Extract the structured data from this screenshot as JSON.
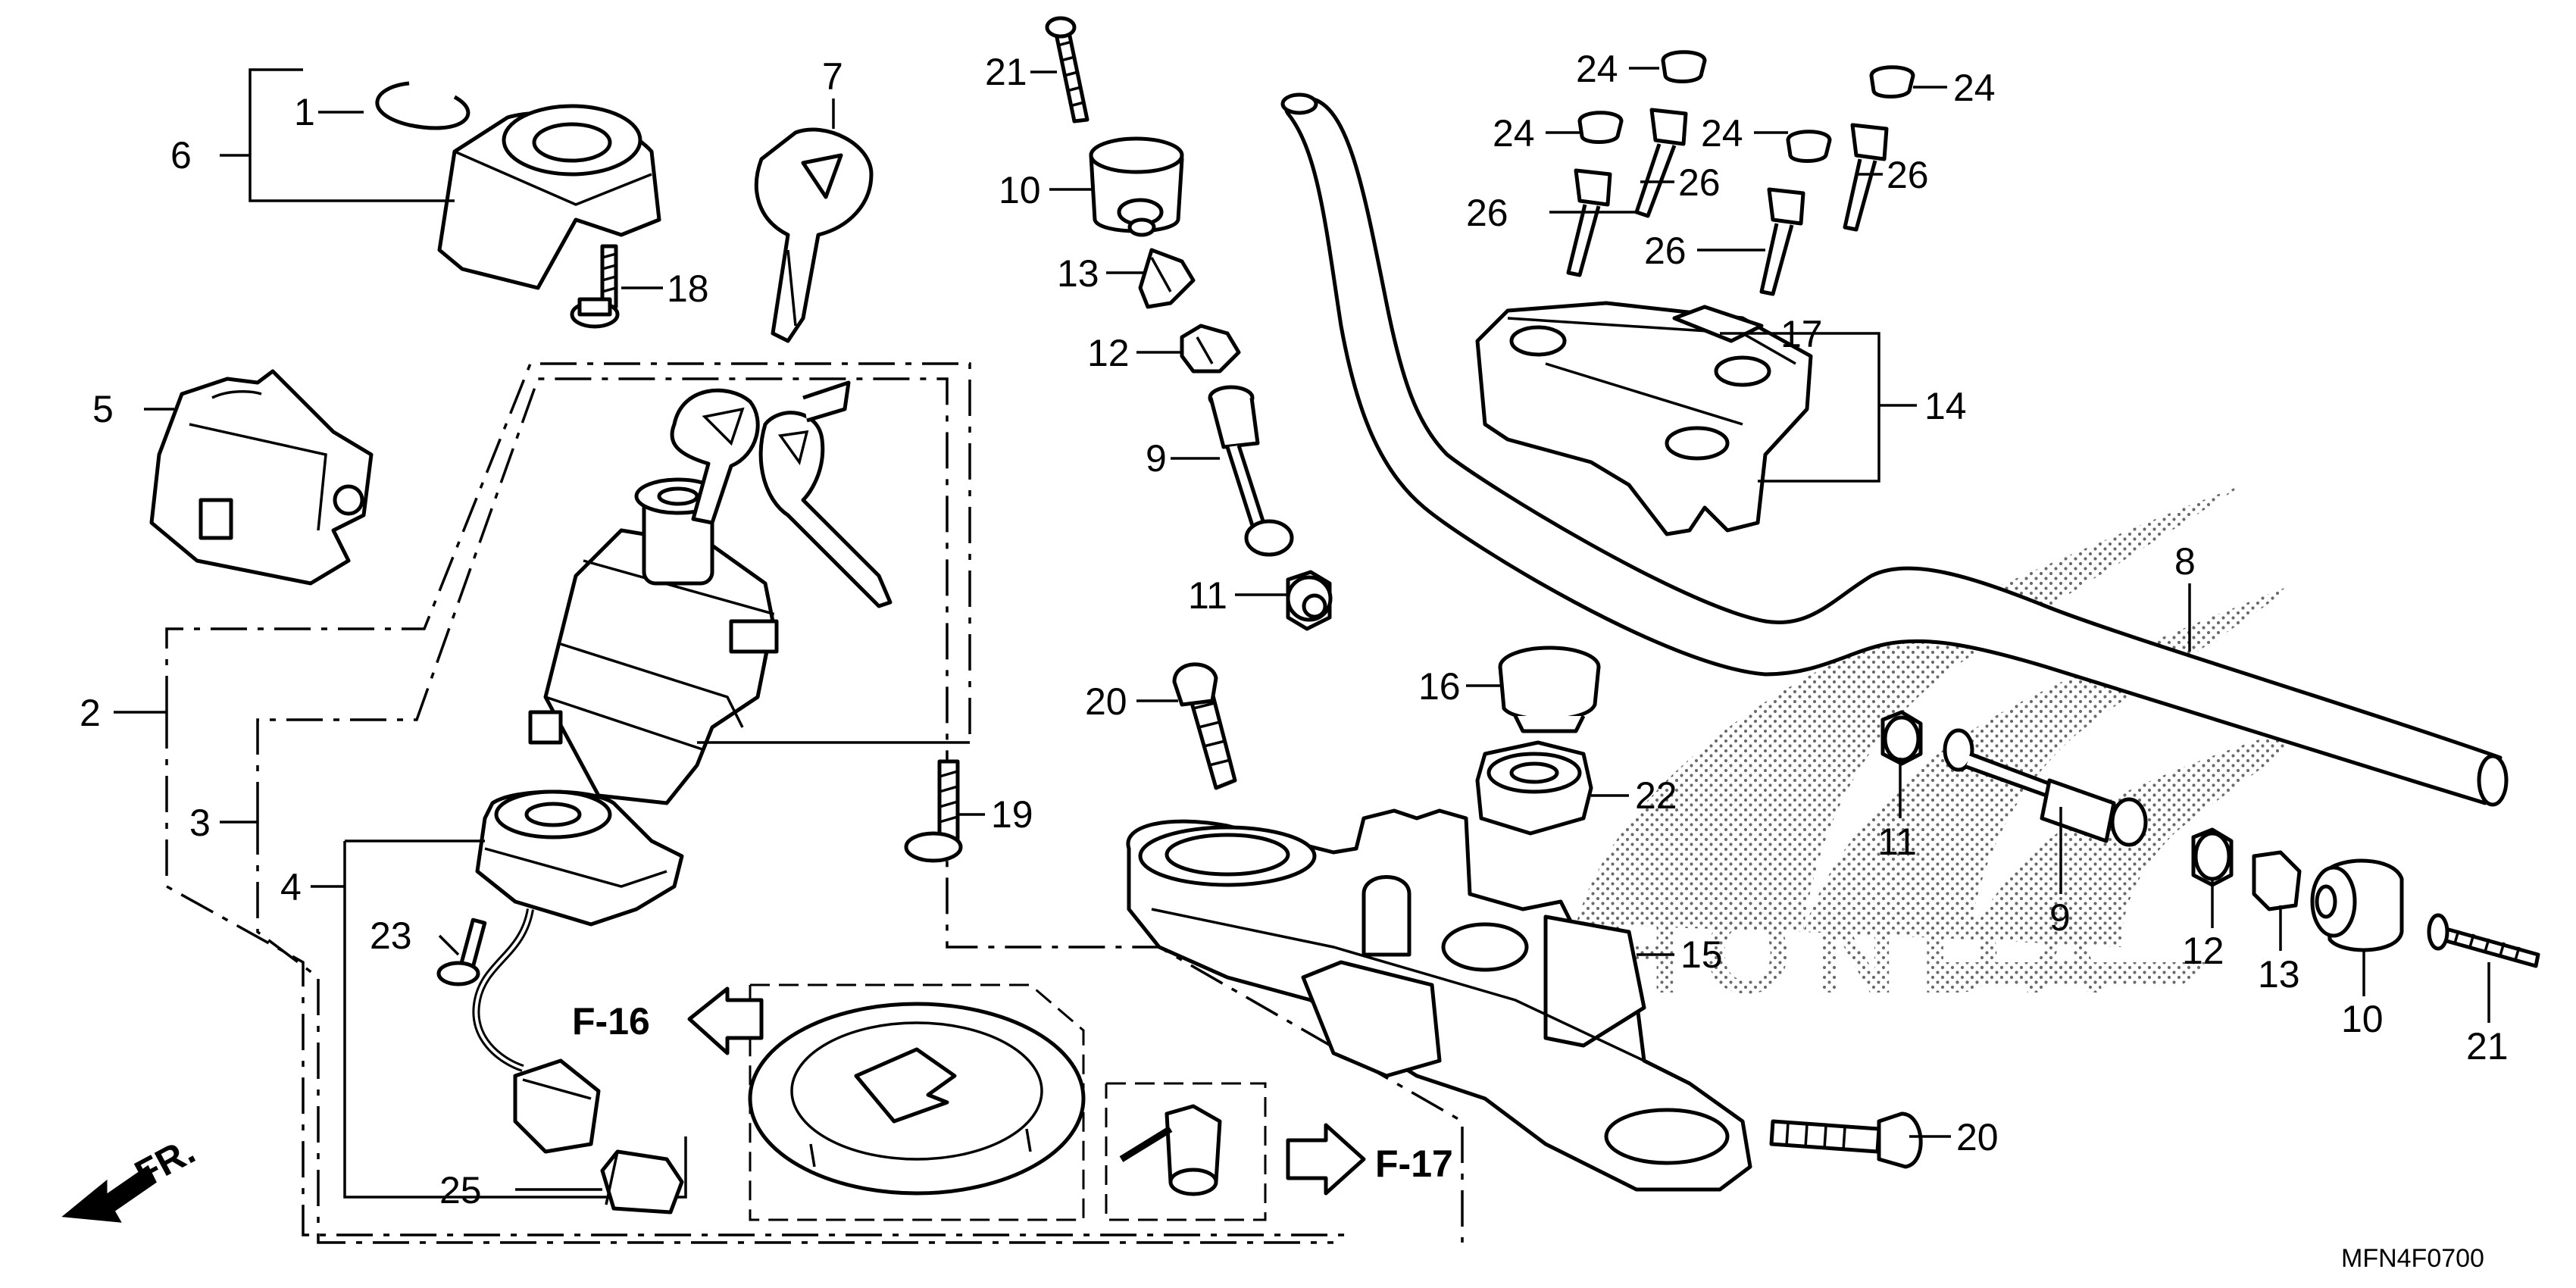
{
  "drawing_code": "MFN4F0700",
  "direction_marker": "FR.",
  "references": [
    {
      "id": "f16",
      "label": "F-16"
    },
    {
      "id": "f17",
      "label": "F-17"
    }
  ],
  "brand_watermark": "HONDA",
  "callouts": {
    "c1": "1",
    "c2": "2",
    "c3": "3",
    "c4": "4",
    "c5": "5",
    "c6": "6",
    "c7": "7",
    "c8": "8",
    "c9a": "9",
    "c9b": "9",
    "c10a": "10",
    "c10b": "10",
    "c11a": "11",
    "c11b": "11",
    "c12a": "12",
    "c12b": "12",
    "c13a": "13",
    "c13b": "13",
    "c14": "14",
    "c15": "15",
    "c16": "16",
    "c17": "17",
    "c18": "18",
    "c19": "19",
    "c20a": "20",
    "c20b": "20",
    "c21a": "21",
    "c21b": "21",
    "c22": "22",
    "c23": "23",
    "c24a": "24",
    "c24b": "24",
    "c24c": "24",
    "c24d": "24",
    "c25": "25",
    "c26a": "26",
    "c26b": "26",
    "c26c": "26",
    "c26d": "26"
  }
}
